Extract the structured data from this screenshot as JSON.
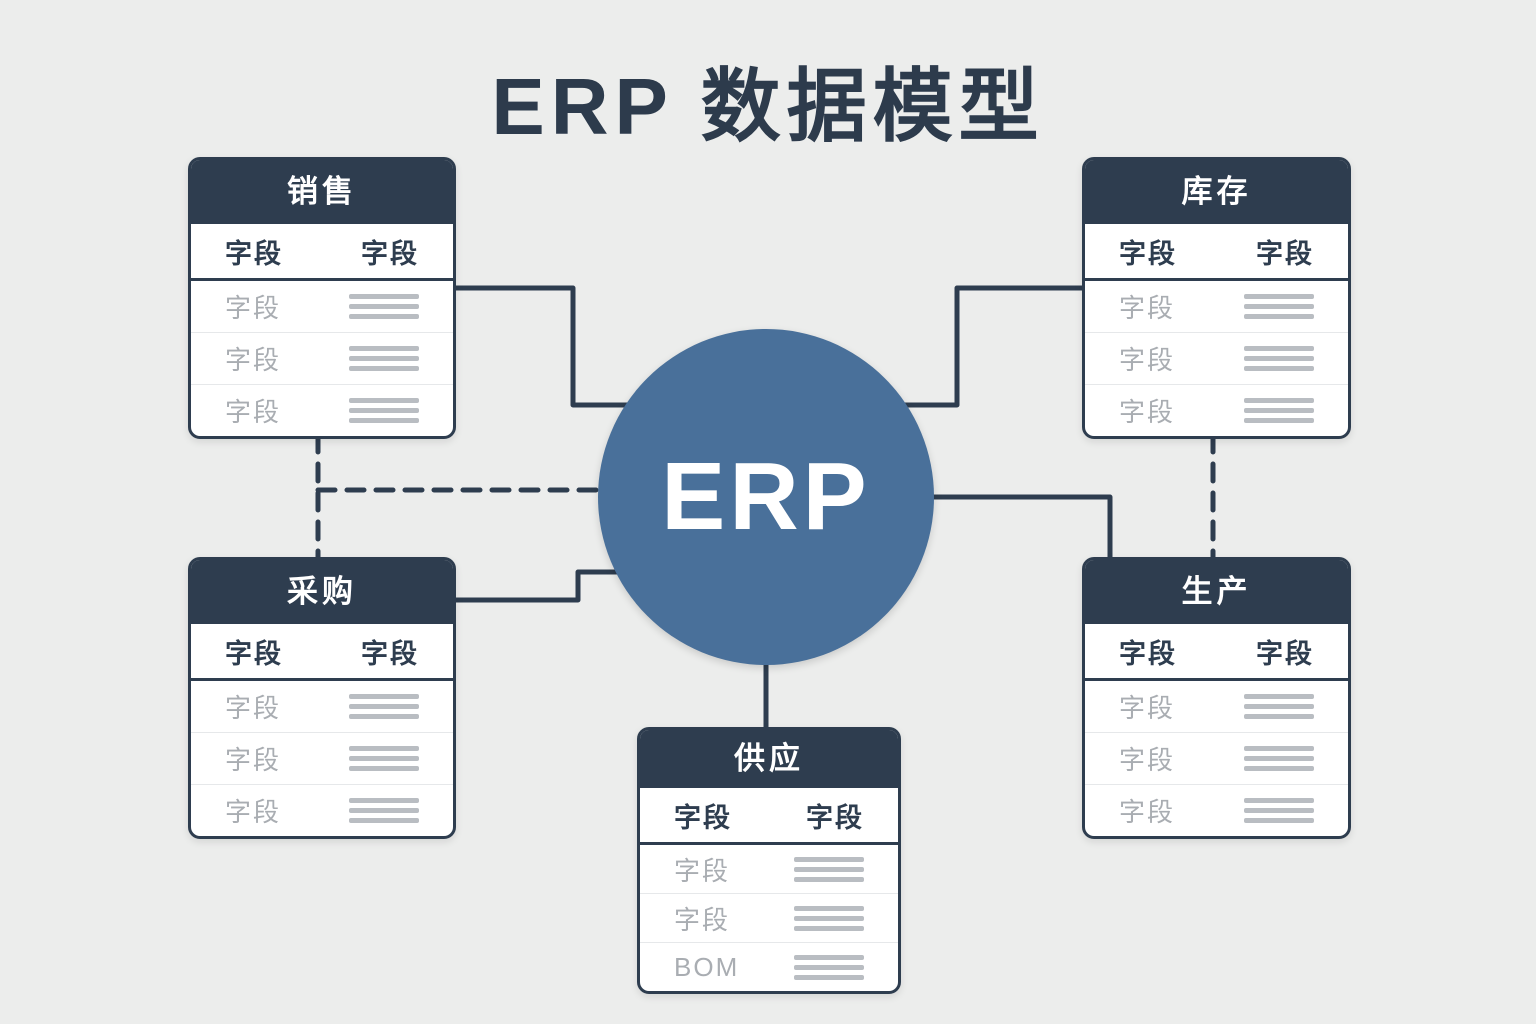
{
  "title": "ERP 数据模型",
  "center": {
    "label": "ERP"
  },
  "colors": {
    "background": "#ecedec",
    "panel": "#ffffff",
    "header_bg": "#2e3d4f",
    "header_text": "#ffffff",
    "border": "#2e3d4f",
    "field_text": "#a9adb2",
    "bar": "#b9bdc2",
    "circle": "#49709a"
  },
  "tables": {
    "sales": {
      "title": "销售",
      "col_headers": [
        "字段",
        "字段"
      ],
      "rows": [
        "字段",
        "字段",
        "字段"
      ]
    },
    "inventory": {
      "title": "库存",
      "col_headers": [
        "字段",
        "字段"
      ],
      "rows": [
        "字段",
        "字段",
        "字段"
      ]
    },
    "procurement": {
      "title": "采购",
      "col_headers": [
        "字段",
        "字段"
      ],
      "rows": [
        "字段",
        "字段",
        "字段"
      ]
    },
    "production": {
      "title": "生产",
      "col_headers": [
        "字段",
        "字段"
      ],
      "rows": [
        "字段",
        "字段",
        "字段"
      ]
    },
    "supply": {
      "title": "供应",
      "col_headers": [
        "字段",
        "字段"
      ],
      "rows": [
        "字段",
        "字段",
        "BOM"
      ]
    }
  }
}
